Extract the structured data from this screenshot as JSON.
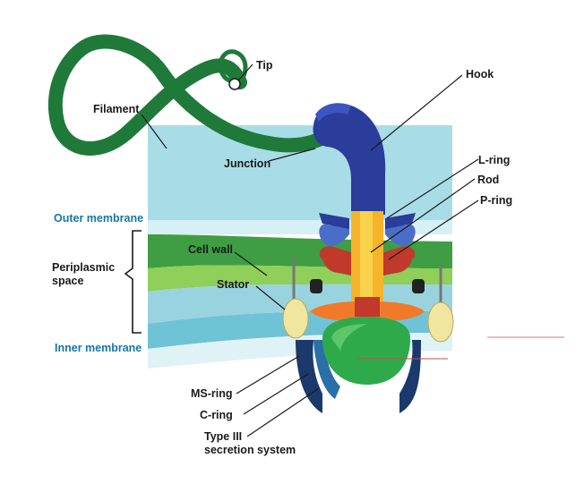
{
  "labels": {
    "tip": "Tip",
    "hook": "Hook",
    "filament": "Filament",
    "junction": "Junction",
    "l_ring": "L-ring",
    "rod": "Rod",
    "p_ring": "P-ring",
    "outer_membrane": "Outer membrane",
    "cell_wall": "Cell wall",
    "periplasmic_space_line1": "Periplasmic",
    "periplasmic_space_line2": "space",
    "stator": "Stator",
    "inner_membrane": "Inner membrane",
    "ms_ring": "MS-ring",
    "c_ring": "C-ring",
    "type_iii_line1": "Type III",
    "type_iii_line2": "secretion system"
  },
  "colors": {
    "filament": "#1f7a3a",
    "hook": "#2a3d9a",
    "outer_membrane": "#9fdbe6",
    "cell_wall": "#4aa84a",
    "inner_membrane": "#bfe6ee",
    "rod": "#f2a52a",
    "rings": "#c0392b",
    "stator": "#f0e6a0",
    "ms_ring": "#2eaa4a",
    "c_ring": "#1b3a6b",
    "labels_blue": "#1577a8"
  }
}
